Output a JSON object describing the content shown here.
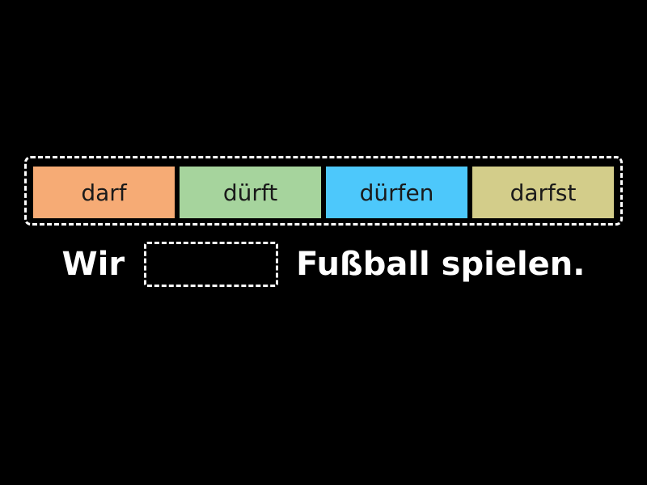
{
  "options": [
    {
      "label": "darf",
      "color": "#f6ab75"
    },
    {
      "label": "dürft",
      "color": "#a6d49d"
    },
    {
      "label": "dürfen",
      "color": "#4dc8fb"
    },
    {
      "label": "darfst",
      "color": "#d3cd8a"
    }
  ],
  "sentence": {
    "before": "Wir",
    "after": "Fußball spielen."
  }
}
